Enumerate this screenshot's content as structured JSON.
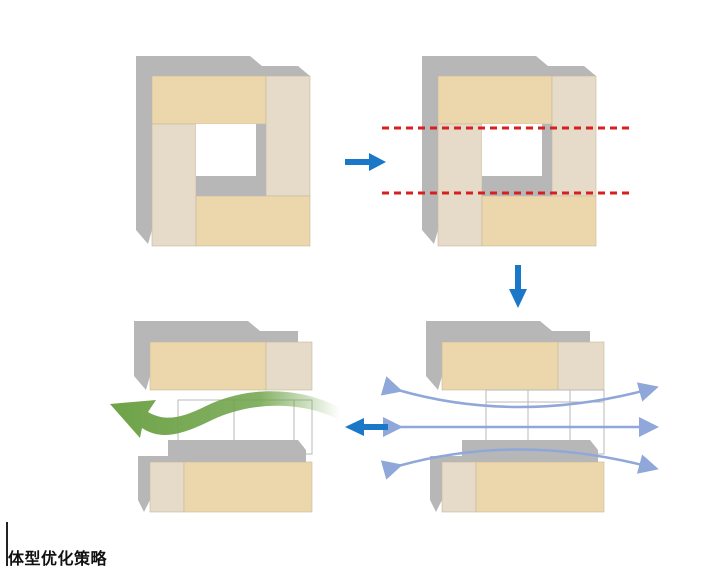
{
  "caption": "体型优化策略",
  "colors": {
    "shadow": "#b7b7b7",
    "block_tan": "#ecd6ac",
    "block_light": "#e6dac8",
    "cut_line": "#d62020",
    "step_arrow": "#1b78c8",
    "wind": "#8fa7d9",
    "flow": "#6ea348",
    "frame_line": "#b9b9b9"
  },
  "panels": [
    {
      "name": "original-courtyard-form",
      "cut_lines": false
    },
    {
      "name": "cut-form",
      "cut_lines": true
    },
    {
      "name": "wind-passage-form",
      "wind_arrows": 3
    },
    {
      "name": "optimized-form",
      "flow_arrow": true
    }
  ]
}
